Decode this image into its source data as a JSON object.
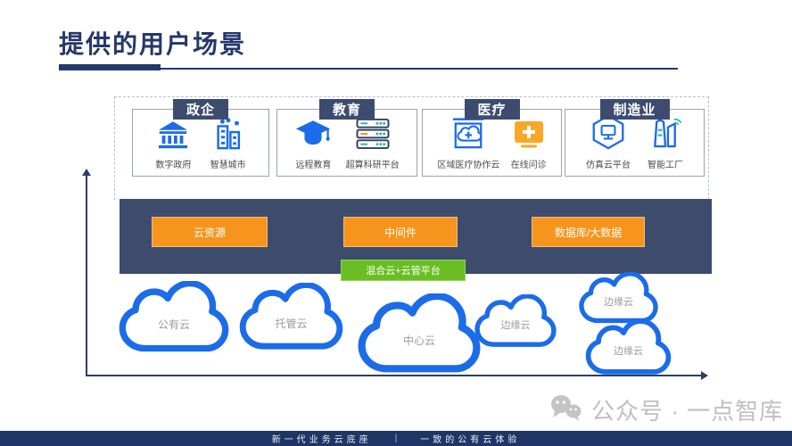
{
  "page": {
    "title": "提供的用户场景"
  },
  "scenarios": [
    {
      "header": "政企",
      "items": [
        {
          "label": "数字政府"
        },
        {
          "label": "智慧城市"
        }
      ]
    },
    {
      "header": "教育",
      "items": [
        {
          "label": "远程教育"
        },
        {
          "label": "超算科研平台"
        }
      ]
    },
    {
      "header": "医疗",
      "items": [
        {
          "label": "区域医疗协作云"
        },
        {
          "label": "在线问诊"
        }
      ]
    },
    {
      "header": "制造业",
      "items": [
        {
          "label": "仿真云平台"
        },
        {
          "label": "智能工厂"
        }
      ]
    }
  ],
  "platform": {
    "modules": [
      "云资源",
      "中间件",
      "数据库/大数据"
    ],
    "management": "混合云+云管平台"
  },
  "clouds": [
    {
      "label": "公有云"
    },
    {
      "label": "托管云"
    },
    {
      "label": "中心云"
    },
    {
      "label": "边缘云"
    },
    {
      "label": "边缘云"
    },
    {
      "label": "边缘云"
    }
  ],
  "watermark": {
    "text": "公众号 · 一点智库"
  },
  "footer": {
    "left": "新一代业务云底座",
    "separator": "|",
    "right": "一致的公有云体验"
  },
  "colors": {
    "accent_blue": "#1b6ce9",
    "accent_orange": "#f7941d",
    "accent_amber": "#f9a826",
    "accent_green": "#6abe23",
    "accent_teal": "#2bb3a3",
    "band_navy": "#3d4b6c",
    "title_navy": "#25386b",
    "footer_navy": "#1e3565",
    "watermark_gray": "#bfbfbf"
  }
}
